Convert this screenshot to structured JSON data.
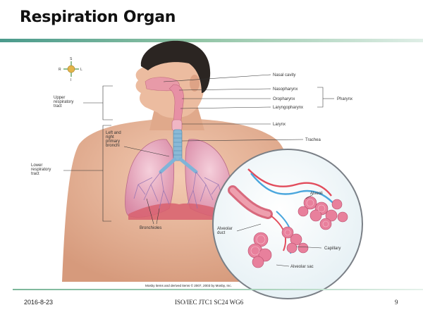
{
  "slide": {
    "title": "Respiration Organ",
    "footer_date": "2016-8-23",
    "footer_org": "ISO/IEC JTC1 SC24 WG6",
    "page_number": "9"
  },
  "figure": {
    "credit": "Mosby items and derived items © 2007, 2003 by Mosby, Inc.",
    "compass": {
      "s": "S",
      "r": "R",
      "l": "L",
      "i": "I"
    },
    "labels": {
      "nasal_cavity": "Nasal cavity",
      "nasopharynx": "Nasopharynx",
      "oropharynx": "Oropharynx",
      "laryngopharynx": "Laryngopharynx",
      "pharynx": "Pharynx",
      "larynx": "Larynx",
      "trachea": "Trachea",
      "upper_tract": [
        "Upper",
        "respiratory",
        "tract"
      ],
      "lower_tract": [
        "Lower",
        "respiratory",
        "tract"
      ],
      "primary_bronchi": [
        "Left and",
        "right",
        "primary",
        "bronchi"
      ],
      "bronchioles": "Bronchioles",
      "alveoli": "Alveoli",
      "alveolar_duct": [
        "Alveolar",
        "duct"
      ],
      "capillary": "Capillary",
      "alveolar_sac": "Alveolar sac"
    },
    "colors": {
      "skin": "#e9b79a",
      "lung": "#eab2c6",
      "airway": "#7fb4d8",
      "artery": "#e24c5c",
      "vein": "#4aa6dd",
      "alveoli": "#e8809c"
    }
  }
}
